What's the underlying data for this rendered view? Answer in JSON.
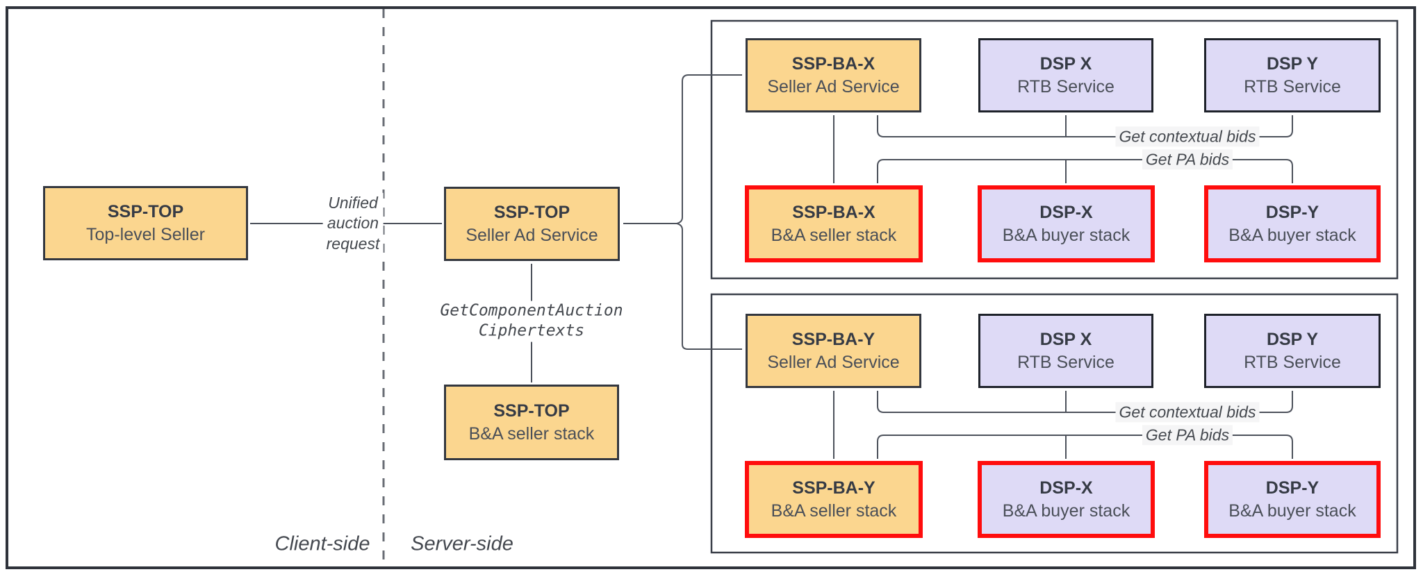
{
  "diagram": {
    "zones": {
      "client": "Client-side",
      "server": "Server-side"
    },
    "edge_labels": {
      "unified_auction_request": "Unified\nauction\nrequest",
      "get_component_auction_ciphertexts": "GetComponentAuction\nCiphertexts",
      "get_contextual_bids": "Get contextual bids",
      "get_pa_bids": "Get PA bids"
    },
    "nodes": {
      "ssp_top_seller": {
        "title": "SSP-TOP",
        "subtitle": "Top-level Seller"
      },
      "ssp_top_ad_service": {
        "title": "SSP-TOP",
        "subtitle": "Seller Ad Service"
      },
      "ssp_top_ba_stack": {
        "title": "SSP-TOP",
        "subtitle": "B&A seller stack"
      },
      "ssp_ba_x": {
        "ad_service": {
          "title": "SSP-BA-X",
          "subtitle": "Seller Ad Service"
        },
        "dsp_x_rtb": {
          "title": "DSP X",
          "subtitle": "RTB Service"
        },
        "dsp_y_rtb": {
          "title": "DSP Y",
          "subtitle": "RTB Service"
        },
        "ba_seller_stack": {
          "title": "SSP-BA-X",
          "subtitle": "B&A seller stack"
        },
        "dsp_x_ba": {
          "title": "DSP-X",
          "subtitle": "B&A buyer stack"
        },
        "dsp_y_ba": {
          "title": "DSP-Y",
          "subtitle": "B&A buyer stack"
        }
      },
      "ssp_ba_y": {
        "ad_service": {
          "title": "SSP-BA-Y",
          "subtitle": "Seller Ad Service"
        },
        "dsp_x_rtb": {
          "title": "DSP X",
          "subtitle": "RTB Service"
        },
        "dsp_y_rtb": {
          "title": "DSP Y",
          "subtitle": "RTB Service"
        },
        "ba_seller_stack": {
          "title": "SSP-BA-Y",
          "subtitle": "B&A seller stack"
        },
        "dsp_x_ba": {
          "title": "DSP-X",
          "subtitle": "B&A buyer stack"
        },
        "dsp_y_ba": {
          "title": "DSP-Y",
          "subtitle": "B&A buyer stack"
        }
      }
    },
    "colors": {
      "seller_fill": "#FBD68F",
      "buyer_fill": "#DEDAF6",
      "highlight_border": "#FF0D0D",
      "panel_fill": "#F5F5F6",
      "connector": "#4C515B"
    }
  }
}
